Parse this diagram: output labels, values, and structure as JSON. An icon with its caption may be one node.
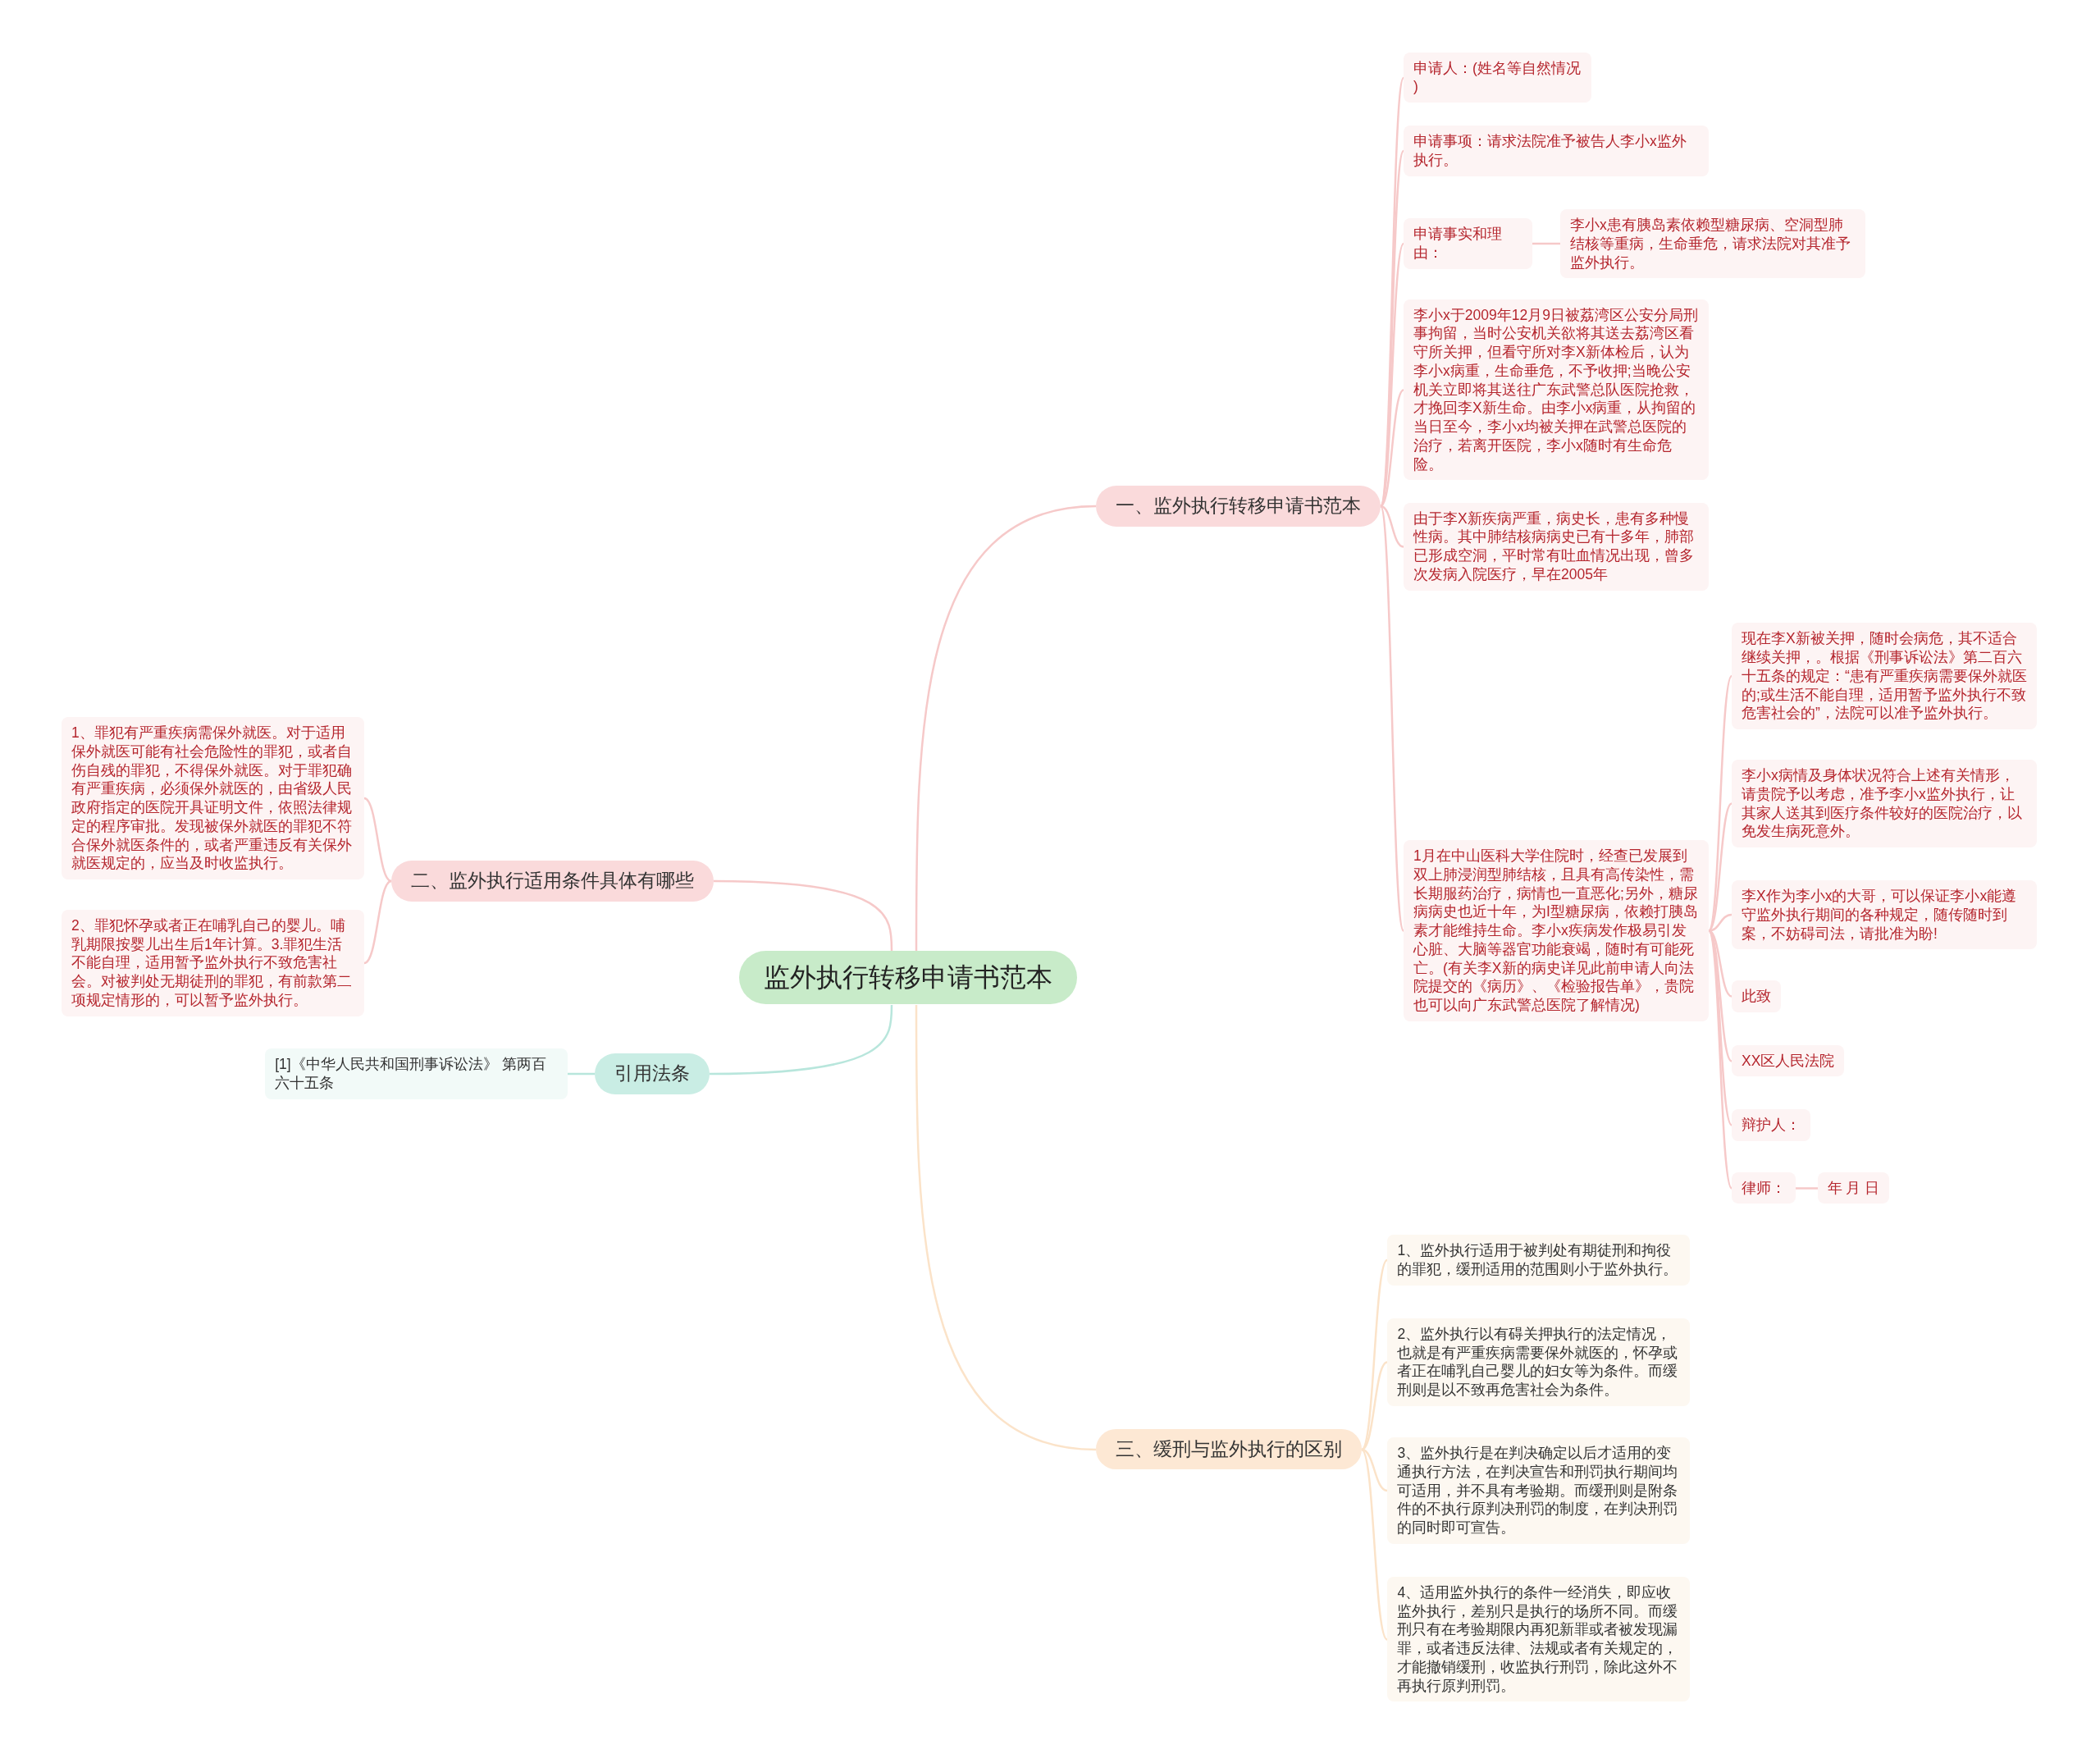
{
  "diagram": {
    "nodes": [
      {
        "text": [
          "监外执行转移申请书范本"
        ]
      },
      {
        "text": [
          "一、监外执行转移申请书范本"
        ]
      },
      {
        "text": [
          "申请人：(姓名等自然情况 )"
        ]
      },
      {
        "text": [
          "申请事项：请求法院准予被告人李小x监外执行。"
        ]
      },
      {
        "text": [
          "申请事实和理由："
        ]
      },
      {
        "text": [
          "李小x患有胰岛素依赖型糖尿病、空洞型肺结核等重病，生命垂危，请求法院对其准予监外执行。"
        ]
      },
      {
        "text": [
          "李小x于2009年12月9日被荔湾区公安分局刑事拘留，当时公安机关欲将其送去荔湾区看守所关押，但看守所对李X新体检后，认为李小x病重，生命垂危，不予收押;当晚公安机关立即将其送往广东武警总队医院抢救，才挽回李X新生命。由李小x病重，从拘留的当日至今，李小x均被关押在武警总医院的治疗，若离开医院，李小x随时有生命危险。"
        ]
      },
      {
        "text": [
          "由于李X新疾病严重，病史长，患有多种慢性病。其中肺结核病病史已有十多年，肺部已形成空洞，平时常有吐血情况出现，曾多次发病入院医疗，早在2005年"
        ]
      },
      {
        "text": [
          "1月在中山医科大学住院时，经查已发展到双上肺浸润型肺结核，且具有高传染性，需长期服药治疗，病情也一直恶化;另外，糖尿病病史也近十年，为I型糖尿病，依赖打胰岛素才能维持生命。李小x疾病发作极易引发心脏、大脑等器官功能衰竭，随时有可能死亡。(有关李X新的病史详见此前申请人向法院提交的《病历》、《检验报告单》，贵院也可以向广东武警总医院了解情况)"
        ]
      },
      {
        "text": [
          "现在李X新被关押，随时会病危，其不适合继续关押，。根据《刑事诉讼法》第二百六十五条的规定：“患有严重疾病需要保外就医的;或生活不能自理，适用暂予监外执行不致危害社会的”，法院可以准予监外执行。"
        ]
      },
      {
        "text": [
          "李小x病情及身体状况符合上述有关情形，请贵院予以考虑，准予李小x监外执行，让其家人送其到医疗条件较好的医院治疗，以免发生病死意外。"
        ]
      },
      {
        "text": [
          "李X作为李小x的大哥，可以保证李小x能遵守监外执行期间的各种规定，随传随时到案，不妨碍司法，请批准为盼!"
        ]
      },
      {
        "text": [
          "此致"
        ]
      },
      {
        "text": [
          "XX区人民法院"
        ]
      },
      {
        "text": [
          "辩护人："
        ]
      },
      {
        "text": [
          "律师："
        ]
      },
      {
        "text": [
          "年 月 日"
        ]
      },
      {
        "text": [
          "二、监外执行适用条件具体有哪些"
        ]
      },
      {
        "text": [
          "1、罪犯有严重疾病需保外就医。对于适用保外就医可能有社会危险性的罪犯，或者自伤自残的罪犯，不得保外就医。对于罪犯确有严重疾病，必须保外就医的，由省级人民政府指定的医院开具证明文件，依照法律规定的程序审批。发现被保外就医的罪犯不符合保外就医条件的，或者严重违反有关保外就医规定的，应当及时收监执行。"
        ]
      },
      {
        "text": [
          "2、罪犯怀孕或者正在哺乳自己的婴儿。哺乳期限按婴儿出生后1年计算。3.罪犯生活不能自理，适用暂予监外执行不致危害社会。对被判处无期徒刑的罪犯，有前款第二项规定情形的，可以暂予监外执行。"
        ]
      },
      {
        "text": [
          "引用法条"
        ]
      },
      {
        "text": [
          "[1]《中华人民共和国刑事诉讼法》 第两百六十五条"
        ]
      },
      {
        "text": [
          "三、缓刑与监外执行的区别"
        ]
      },
      {
        "text": [
          "1、监外执行适用于被判处有期徒刑和拘役的罪犯，缓刑适用的范围则小于监外执行。"
        ]
      },
      {
        "text": [
          "2、监外执行以有碍关押执行的法定情况，也就是有严重疾病需要保外就医的，怀孕或者正在哺乳自己婴儿的妇女等为条件。而缓刑则是以不致再危害社会为条件。"
        ]
      },
      {
        "text": [
          "3、监外执行是在判决确定以后才适用的变通执行方法，在判决宣告和刑罚执行期间均可适用，并不具有考验期。而缓刑则是附条件的不执行原判决刑罚的制度，在判决刑罚的同时即可宣告。"
        ]
      },
      {
        "text": [
          "4、适用监外执行的条件一经消失，即应收监外执行，差别只是执行的场所不同。而缓刑只有在考验期限内再犯新罪或者被发现漏罪，或者违反法律、法规或者有关规定的，才能撤销缓刑，收监执行刑罚，除此这外不再执行原判刑罚。"
        ]
      }
    ],
    "edges": [
      {
        "from": 0,
        "to": 1,
        "arrow": "none"
      },
      {
        "from": 1,
        "to": 2,
        "arrow": "none"
      },
      {
        "from": 1,
        "to": 3,
        "arrow": "none"
      },
      {
        "from": 1,
        "to": 4,
        "arrow": "none"
      },
      {
        "from": 4,
        "to": 5,
        "arrow": "none"
      },
      {
        "from": 1,
        "to": 6,
        "arrow": "none"
      },
      {
        "from": 1,
        "to": 7,
        "arrow": "none"
      },
      {
        "from": 1,
        "to": 8,
        "arrow": "none"
      },
      {
        "from": 8,
        "to": 9,
        "arrow": "none"
      },
      {
        "from": 8,
        "to": 10,
        "arrow": "none"
      },
      {
        "from": 8,
        "to": 11,
        "arrow": "none"
      },
      {
        "from": 8,
        "to": 12,
        "arrow": "none"
      },
      {
        "from": 8,
        "to": 13,
        "arrow": "none"
      },
      {
        "from": 8,
        "to": 14,
        "arrow": "none"
      },
      {
        "from": 8,
        "to": 15,
        "arrow": "none"
      },
      {
        "from": 15,
        "to": 16,
        "arrow": "none"
      },
      {
        "from": 0,
        "to": 17,
        "arrow": "none"
      },
      {
        "from": 17,
        "to": 18,
        "arrow": "none"
      },
      {
        "from": 17,
        "to": 19,
        "arrow": "none"
      },
      {
        "from": 0,
        "to": 20,
        "arrow": "none",
        "color": "#b8e6dc"
      },
      {
        "from": 20,
        "to": 21,
        "arrow": "none",
        "color": "#b8e6dc"
      },
      {
        "from": 0,
        "to": 22,
        "arrow": "none",
        "color": "#fbe3c9"
      },
      {
        "from": 22,
        "to": 23,
        "arrow": "none",
        "color": "#fbe3c9"
      },
      {
        "from": 22,
        "to": 24,
        "arrow": "none",
        "color": "#fbe3c9"
      },
      {
        "from": 22,
        "to": 25,
        "arrow": "none",
        "color": "#fbe3c9"
      },
      {
        "from": 22,
        "to": 26,
        "arrow": "none",
        "color": "#fbe3c9"
      }
    ]
  }
}
